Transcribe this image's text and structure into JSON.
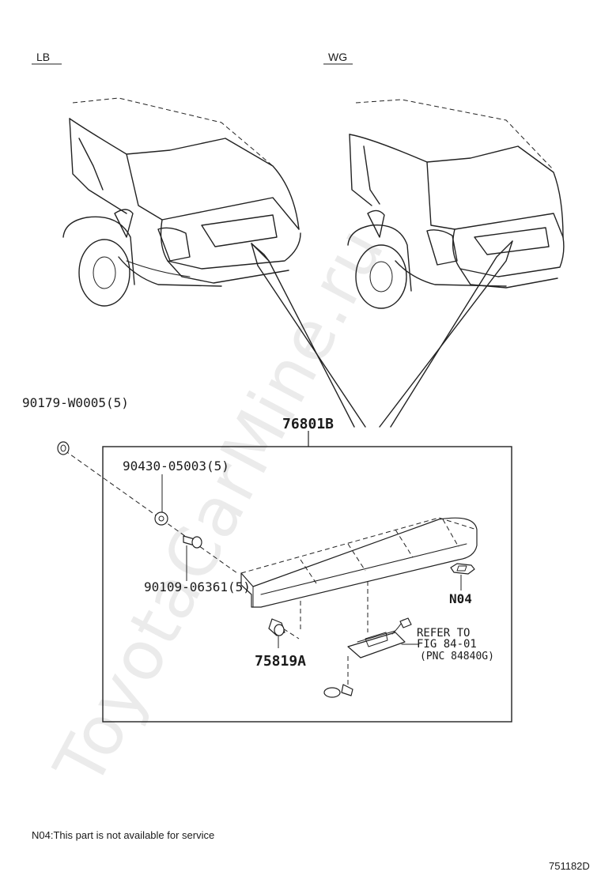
{
  "variants": {
    "left": "LB",
    "right": "WG"
  },
  "parts": {
    "assembly": "76801B",
    "clip_outer": "90179-W0005(5)",
    "clip_inner": "90430-05003(5)",
    "screw": "90109-06361(5)",
    "cover": "75819A",
    "n04_part": "N04"
  },
  "reference": {
    "line1": "REFER TO",
    "line2": "FIG 84-01",
    "line3": "(PNC 84840G)"
  },
  "footnote": "N04:This part is not available for service",
  "figure_id": "751182D",
  "watermark": "ToyotaCarMine.ru"
}
